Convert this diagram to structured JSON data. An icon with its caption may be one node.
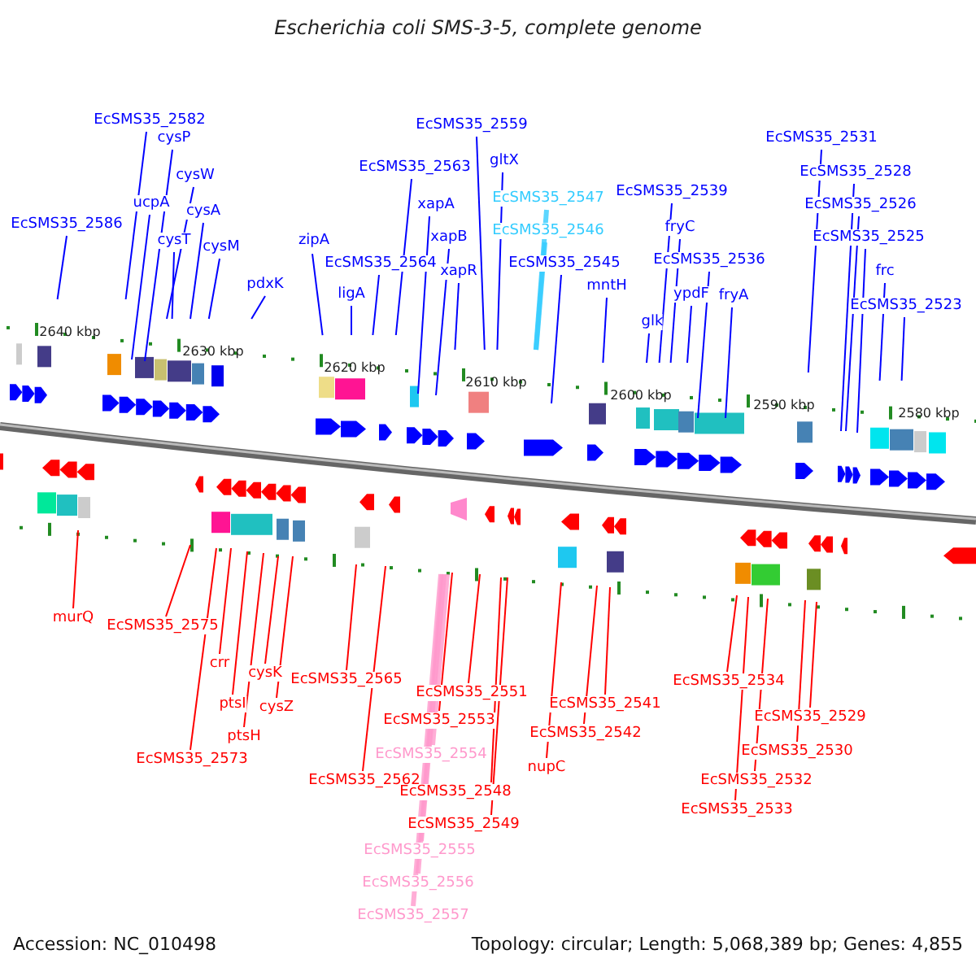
{
  "diagram": {
    "title": "Escherichia coli SMS-3-5, complete genome",
    "nodes": [
      {
        "text": [
          "EcSMS35_2582"
        ]
      },
      {
        "text": [
          "cysP"
        ]
      },
      {
        "text": [
          "cysW"
        ]
      },
      {
        "text": [
          "ucpA"
        ]
      },
      {
        "text": [
          "cysA"
        ]
      },
      {
        "text": [
          "EcSMS35_2586"
        ]
      },
      {
        "text": [
          "cysT"
        ]
      },
      {
        "text": [
          "cysM"
        ]
      },
      {
        "text": [
          "pdxK"
        ]
      },
      {
        "text": [
          "zipA"
        ]
      },
      {
        "text": [
          "EcSMS35_2564"
        ]
      },
      {
        "text": [
          "ligA"
        ]
      },
      {
        "text": [
          "EcSMS35_2563"
        ]
      },
      {
        "text": [
          "xapA"
        ]
      },
      {
        "text": [
          "xapB"
        ]
      },
      {
        "text": [
          "xapR"
        ]
      },
      {
        "text": [
          "EcSMS35_2559"
        ]
      },
      {
        "text": [
          "gltX"
        ]
      },
      {
        "text": [
          "EcSMS35_2547"
        ]
      },
      {
        "text": [
          "EcSMS35_2546"
        ]
      },
      {
        "text": [
          "EcSMS35_2545"
        ]
      },
      {
        "text": [
          "mntH"
        ]
      },
      {
        "text": [
          "EcSMS35_2539"
        ]
      },
      {
        "text": [
          "fryC"
        ]
      },
      {
        "text": [
          "EcSMS35_2536"
        ]
      },
      {
        "text": [
          "glk"
        ]
      },
      {
        "text": [
          "ypdF"
        ]
      },
      {
        "text": [
          "fryA"
        ]
      },
      {
        "text": [
          "EcSMS35_2531"
        ]
      },
      {
        "text": [
          "EcSMS35_2528"
        ]
      },
      {
        "text": [
          "EcSMS35_2526"
        ]
      },
      {
        "text": [
          "EcSMS35_2525"
        ]
      },
      {
        "text": [
          "frc"
        ]
      },
      {
        "text": [
          "EcSMS35_2523"
        ]
      },
      {
        "text": [
          "murQ"
        ]
      },
      {
        "text": [
          "EcSMS35_2575"
        ]
      },
      {
        "text": [
          "crr"
        ]
      },
      {
        "text": [
          "cysK"
        ]
      },
      {
        "text": [
          "ptsI"
        ]
      },
      {
        "text": [
          "cysZ"
        ]
      },
      {
        "text": [
          "ptsH"
        ]
      },
      {
        "text": [
          "EcSMS35_2573"
        ]
      },
      {
        "text": [
          "EcSMS35_2565"
        ]
      },
      {
        "text": [
          "EcSMS35_2551"
        ]
      },
      {
        "text": [
          "EcSMS35_2553"
        ]
      },
      {
        "text": [
          "EcSMS35_2541"
        ]
      },
      {
        "text": [
          "EcSMS35_2542"
        ]
      },
      {
        "text": [
          "EcSMS35_2554"
        ]
      },
      {
        "text": [
          "nupC"
        ]
      },
      {
        "text": [
          "EcSMS35_2562"
        ]
      },
      {
        "text": [
          "EcSMS35_2548"
        ]
      },
      {
        "text": [
          "EcSMS35_2549"
        ]
      },
      {
        "text": [
          "EcSMS35_2534"
        ]
      },
      {
        "text": [
          "EcSMS35_2529"
        ]
      },
      {
        "text": [
          "EcSMS35_2530"
        ]
      },
      {
        "text": [
          "EcSMS35_2532"
        ]
      },
      {
        "text": [
          "EcSMS35_2533"
        ]
      },
      {
        "text": [
          "EcSMS35_2555"
        ]
      },
      {
        "text": [
          "EcSMS35_2556"
        ]
      },
      {
        "text": [
          "EcSMS35_2557"
        ]
      }
    ],
    "edges": [
      {
        "from": 0,
        "to": null,
        "arrow": "none"
      },
      {
        "from": 1,
        "to": null,
        "arrow": "none"
      },
      {
        "from": 2,
        "to": null,
        "arrow": "none"
      },
      {
        "from": 3,
        "to": null,
        "arrow": "none"
      },
      {
        "from": 4,
        "to": null,
        "arrow": "none"
      },
      {
        "from": 5,
        "to": null,
        "arrow": "none"
      },
      {
        "from": 6,
        "to": null,
        "arrow": "none"
      },
      {
        "from": 7,
        "to": null,
        "arrow": "none"
      },
      {
        "from": 8,
        "to": null,
        "arrow": "none"
      },
      {
        "from": 9,
        "to": null,
        "arrow": "none"
      },
      {
        "from": 10,
        "to": null,
        "arrow": "none"
      },
      {
        "from": 11,
        "to": null,
        "arrow": "none"
      },
      {
        "from": 12,
        "to": null,
        "arrow": "none"
      },
      {
        "from": 13,
        "to": null,
        "arrow": "none"
      },
      {
        "from": 14,
        "to": null,
        "arrow": "none"
      },
      {
        "from": 15,
        "to": null,
        "arrow": "none"
      },
      {
        "from": 16,
        "to": null,
        "arrow": "none"
      },
      {
        "from": 17,
        "to": null,
        "arrow": "none"
      },
      {
        "from": 18,
        "to": null,
        "arrow": "none",
        "style": "thick",
        "color": "#33ccff"
      },
      {
        "from": 19,
        "to": null,
        "arrow": "none",
        "style": "thick",
        "color": "#33ccff"
      },
      {
        "from": 20,
        "to": null,
        "arrow": "none"
      },
      {
        "from": 21,
        "to": null,
        "arrow": "none"
      },
      {
        "from": 22,
        "to": null,
        "arrow": "none"
      },
      {
        "from": 23,
        "to": null,
        "arrow": "none"
      },
      {
        "from": 24,
        "to": null,
        "arrow": "none"
      },
      {
        "from": 25,
        "to": null,
        "arrow": "none"
      },
      {
        "from": 26,
        "to": null,
        "arrow": "none"
      },
      {
        "from": 27,
        "to": null,
        "arrow": "none"
      },
      {
        "from": 28,
        "to": null,
        "arrow": "none"
      },
      {
        "from": 29,
        "to": null,
        "arrow": "none"
      },
      {
        "from": 30,
        "to": null,
        "arrow": "none"
      },
      {
        "from": 31,
        "to": null,
        "arrow": "none"
      },
      {
        "from": 32,
        "to": null,
        "arrow": "none"
      },
      {
        "from": 33,
        "to": null,
        "arrow": "none"
      },
      {
        "from": 34,
        "to": null,
        "arrow": "none",
        "color": "#ff0000"
      },
      {
        "from": 35,
        "to": null,
        "arrow": "none",
        "color": "#ff0000"
      },
      {
        "from": 36,
        "to": null,
        "arrow": "none",
        "color": "#ff0000"
      },
      {
        "from": 37,
        "to": null,
        "arrow": "none",
        "color": "#ff0000"
      },
      {
        "from": 38,
        "to": null,
        "arrow": "none",
        "color": "#ff0000"
      },
      {
        "from": 39,
        "to": null,
        "arrow": "none",
        "color": "#ff0000"
      },
      {
        "from": 40,
        "to": null,
        "arrow": "none",
        "color": "#ff0000"
      },
      {
        "from": 41,
        "to": null,
        "arrow": "none",
        "color": "#ff0000"
      },
      {
        "from": 42,
        "to": null,
        "arrow": "none",
        "color": "#ff0000"
      },
      {
        "from": 43,
        "to": null,
        "arrow": "none",
        "color": "#ff0000"
      },
      {
        "from": 44,
        "to": null,
        "arrow": "none",
        "color": "#ff0000"
      },
      {
        "from": 45,
        "to": null,
        "arrow": "none",
        "color": "#ff0000"
      },
      {
        "from": 46,
        "to": null,
        "arrow": "none",
        "color": "#ff0000"
      },
      {
        "from": 47,
        "to": null,
        "arrow": "none",
        "style": "thick",
        "color": "#ff99cc"
      },
      {
        "from": 48,
        "to": null,
        "arrow": "none",
        "color": "#ff0000"
      },
      {
        "from": 49,
        "to": null,
        "arrow": "none",
        "color": "#ff0000"
      },
      {
        "from": 50,
        "to": null,
        "arrow": "none",
        "color": "#ff0000"
      },
      {
        "from": 51,
        "to": null,
        "arrow": "none",
        "color": "#ff0000"
      },
      {
        "from": 52,
        "to": null,
        "arrow": "none",
        "color": "#ff0000"
      },
      {
        "from": 53,
        "to": null,
        "arrow": "none",
        "color": "#ff0000"
      },
      {
        "from": 54,
        "to": null,
        "arrow": "none",
        "color": "#ff0000"
      },
      {
        "from": 55,
        "to": null,
        "arrow": "none",
        "color": "#ff0000"
      },
      {
        "from": 56,
        "to": null,
        "arrow": "none",
        "color": "#ff0000"
      },
      {
        "from": 57,
        "to": null,
        "arrow": "none",
        "style": "thick",
        "color": "#ff99cc"
      },
      {
        "from": 58,
        "to": null,
        "arrow": "none",
        "style": "thick",
        "color": "#ff99cc"
      },
      {
        "from": 59,
        "to": null,
        "arrow": "none",
        "style": "thick",
        "color": "#ff99cc"
      }
    ],
    "labels": [
      "2640 kbp",
      "2630 kbp",
      "2620 kbp",
      "2610 kbp",
      "2600 kbp",
      "2590 kbp",
      "2580 kbp",
      "Accession: NC_010498",
      "Topology: circular; Length: 5,068,389 bp; Genes: 4,855"
    ]
  }
}
